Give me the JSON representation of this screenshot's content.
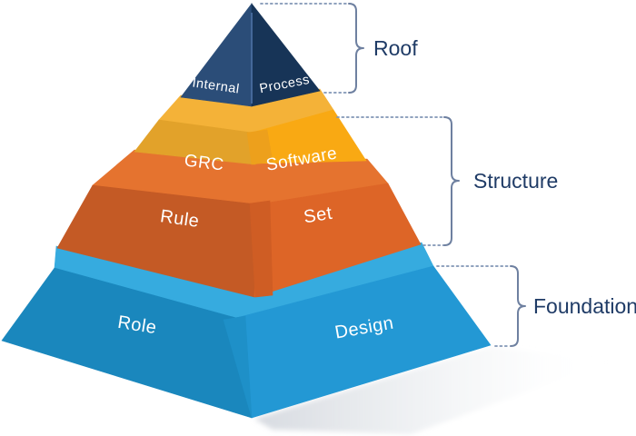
{
  "diagram": {
    "title": "GRC pyramid diagram",
    "layers": [
      {
        "name": "roof-layer",
        "left_label": "Internal",
        "right_label": "Process",
        "full_label": "Internal Process"
      },
      {
        "name": "structure-upper-layer",
        "left_label": "GRC",
        "right_label": "Software",
        "full_label": "GRC Software"
      },
      {
        "name": "structure-lower-layer",
        "left_label": "Rule",
        "right_label": "Set",
        "full_label": "Rule Set"
      },
      {
        "name": "foundation-layer",
        "left_label": "Role",
        "right_label": "Design",
        "full_label": "Role Design"
      }
    ],
    "annotations": [
      {
        "name": "roof-annotation",
        "label": "Roof",
        "covers": [
          "Internal Process"
        ]
      },
      {
        "name": "structure-annotation",
        "label": "Structure",
        "covers": [
          "GRC Software",
          "Rule Set"
        ]
      },
      {
        "name": "foundation-annotation",
        "label": "Foundation",
        "covers": [
          "Role Design"
        ]
      }
    ]
  },
  "colors": {
    "background": "#ffffff",
    "navy_left": "#2b4d78",
    "navy_right": "#173457",
    "navy_edge": "#44689a",
    "gold_top": "#f4b238",
    "gold_left": "#e2a22a",
    "gold_right": "#f9a913",
    "gold_bevel": "#eda01c",
    "orange_top": "#e5732f",
    "orange_left": "#c45a25",
    "orange_right": "#dd6527",
    "orange_bevel": "#cf5d24",
    "blue_top": "#36abdf",
    "blue_left": "#1a87bd",
    "blue_right": "#2398d4",
    "blue_bevel": "#1e90c8",
    "shadow": "#c9ced6",
    "bracket": "#6e80a0",
    "leader": "#8095b5",
    "annotation_text": "#1f3b66",
    "face_text": "#ffffff"
  }
}
